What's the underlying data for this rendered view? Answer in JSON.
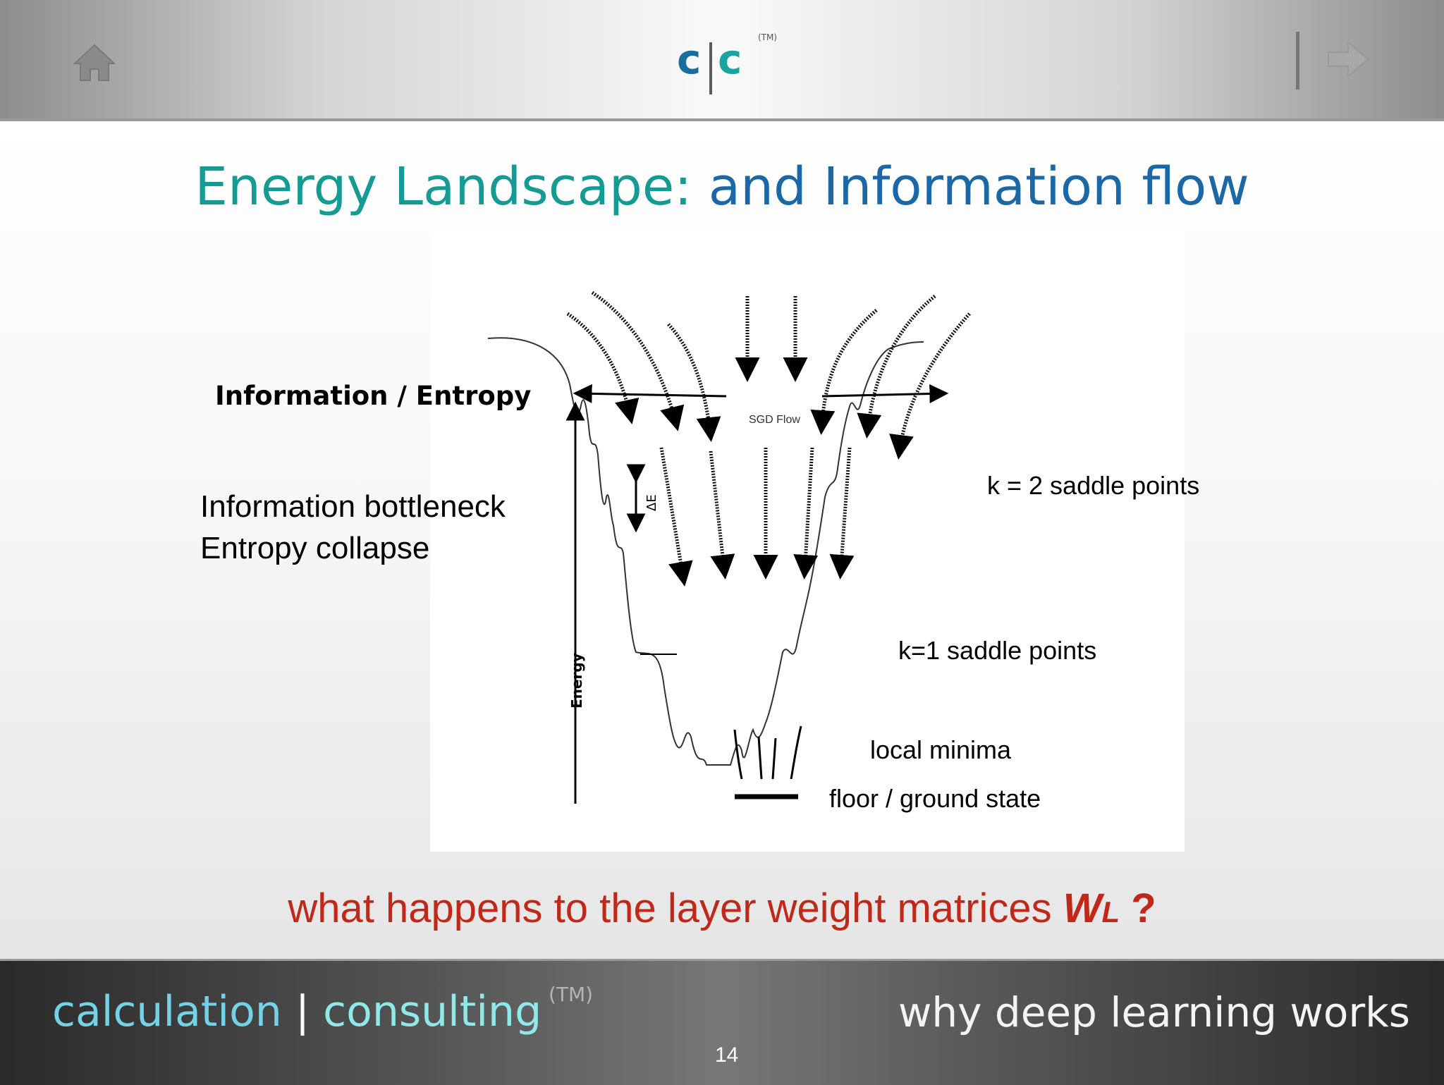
{
  "header": {
    "logo_left": "c",
    "logo_right": "c",
    "logo_tm": "(TM)",
    "home_icon": "home-icon",
    "next_icon": "arrow-right-icon"
  },
  "slide": {
    "title_part1": "Energy Landscape:",
    "title_part2": "and Information flow",
    "title_colors": {
      "part1": "#149b93",
      "part2": "#1a68a8"
    }
  },
  "diagram": {
    "sgd_flow_label": "SGD Flow",
    "delta_e_label": "ΔE",
    "energy_axis_label": "Energy"
  },
  "annotations": {
    "information_entropy": "Information / Entropy",
    "information_bottleneck": "Information bottleneck",
    "entropy_collapse": "Entropy collapse",
    "k2_saddle_points": "k = 2 saddle points",
    "k1_saddle_points": "k=1 saddle points",
    "local_minima": "local minima",
    "floor_ground_state": "floor / ground state"
  },
  "question": {
    "text": "what happens to the layer weight matrices ",
    "symbol": "W",
    "subscript": "L",
    "mark": " ?",
    "color": "#c0291a"
  },
  "footer": {
    "brand_calculation": "calculation",
    "brand_separator": " | ",
    "brand_consulting": "consulting",
    "brand_tm": "(TM)",
    "tagline": "why deep learning works",
    "page_number": "14"
  }
}
